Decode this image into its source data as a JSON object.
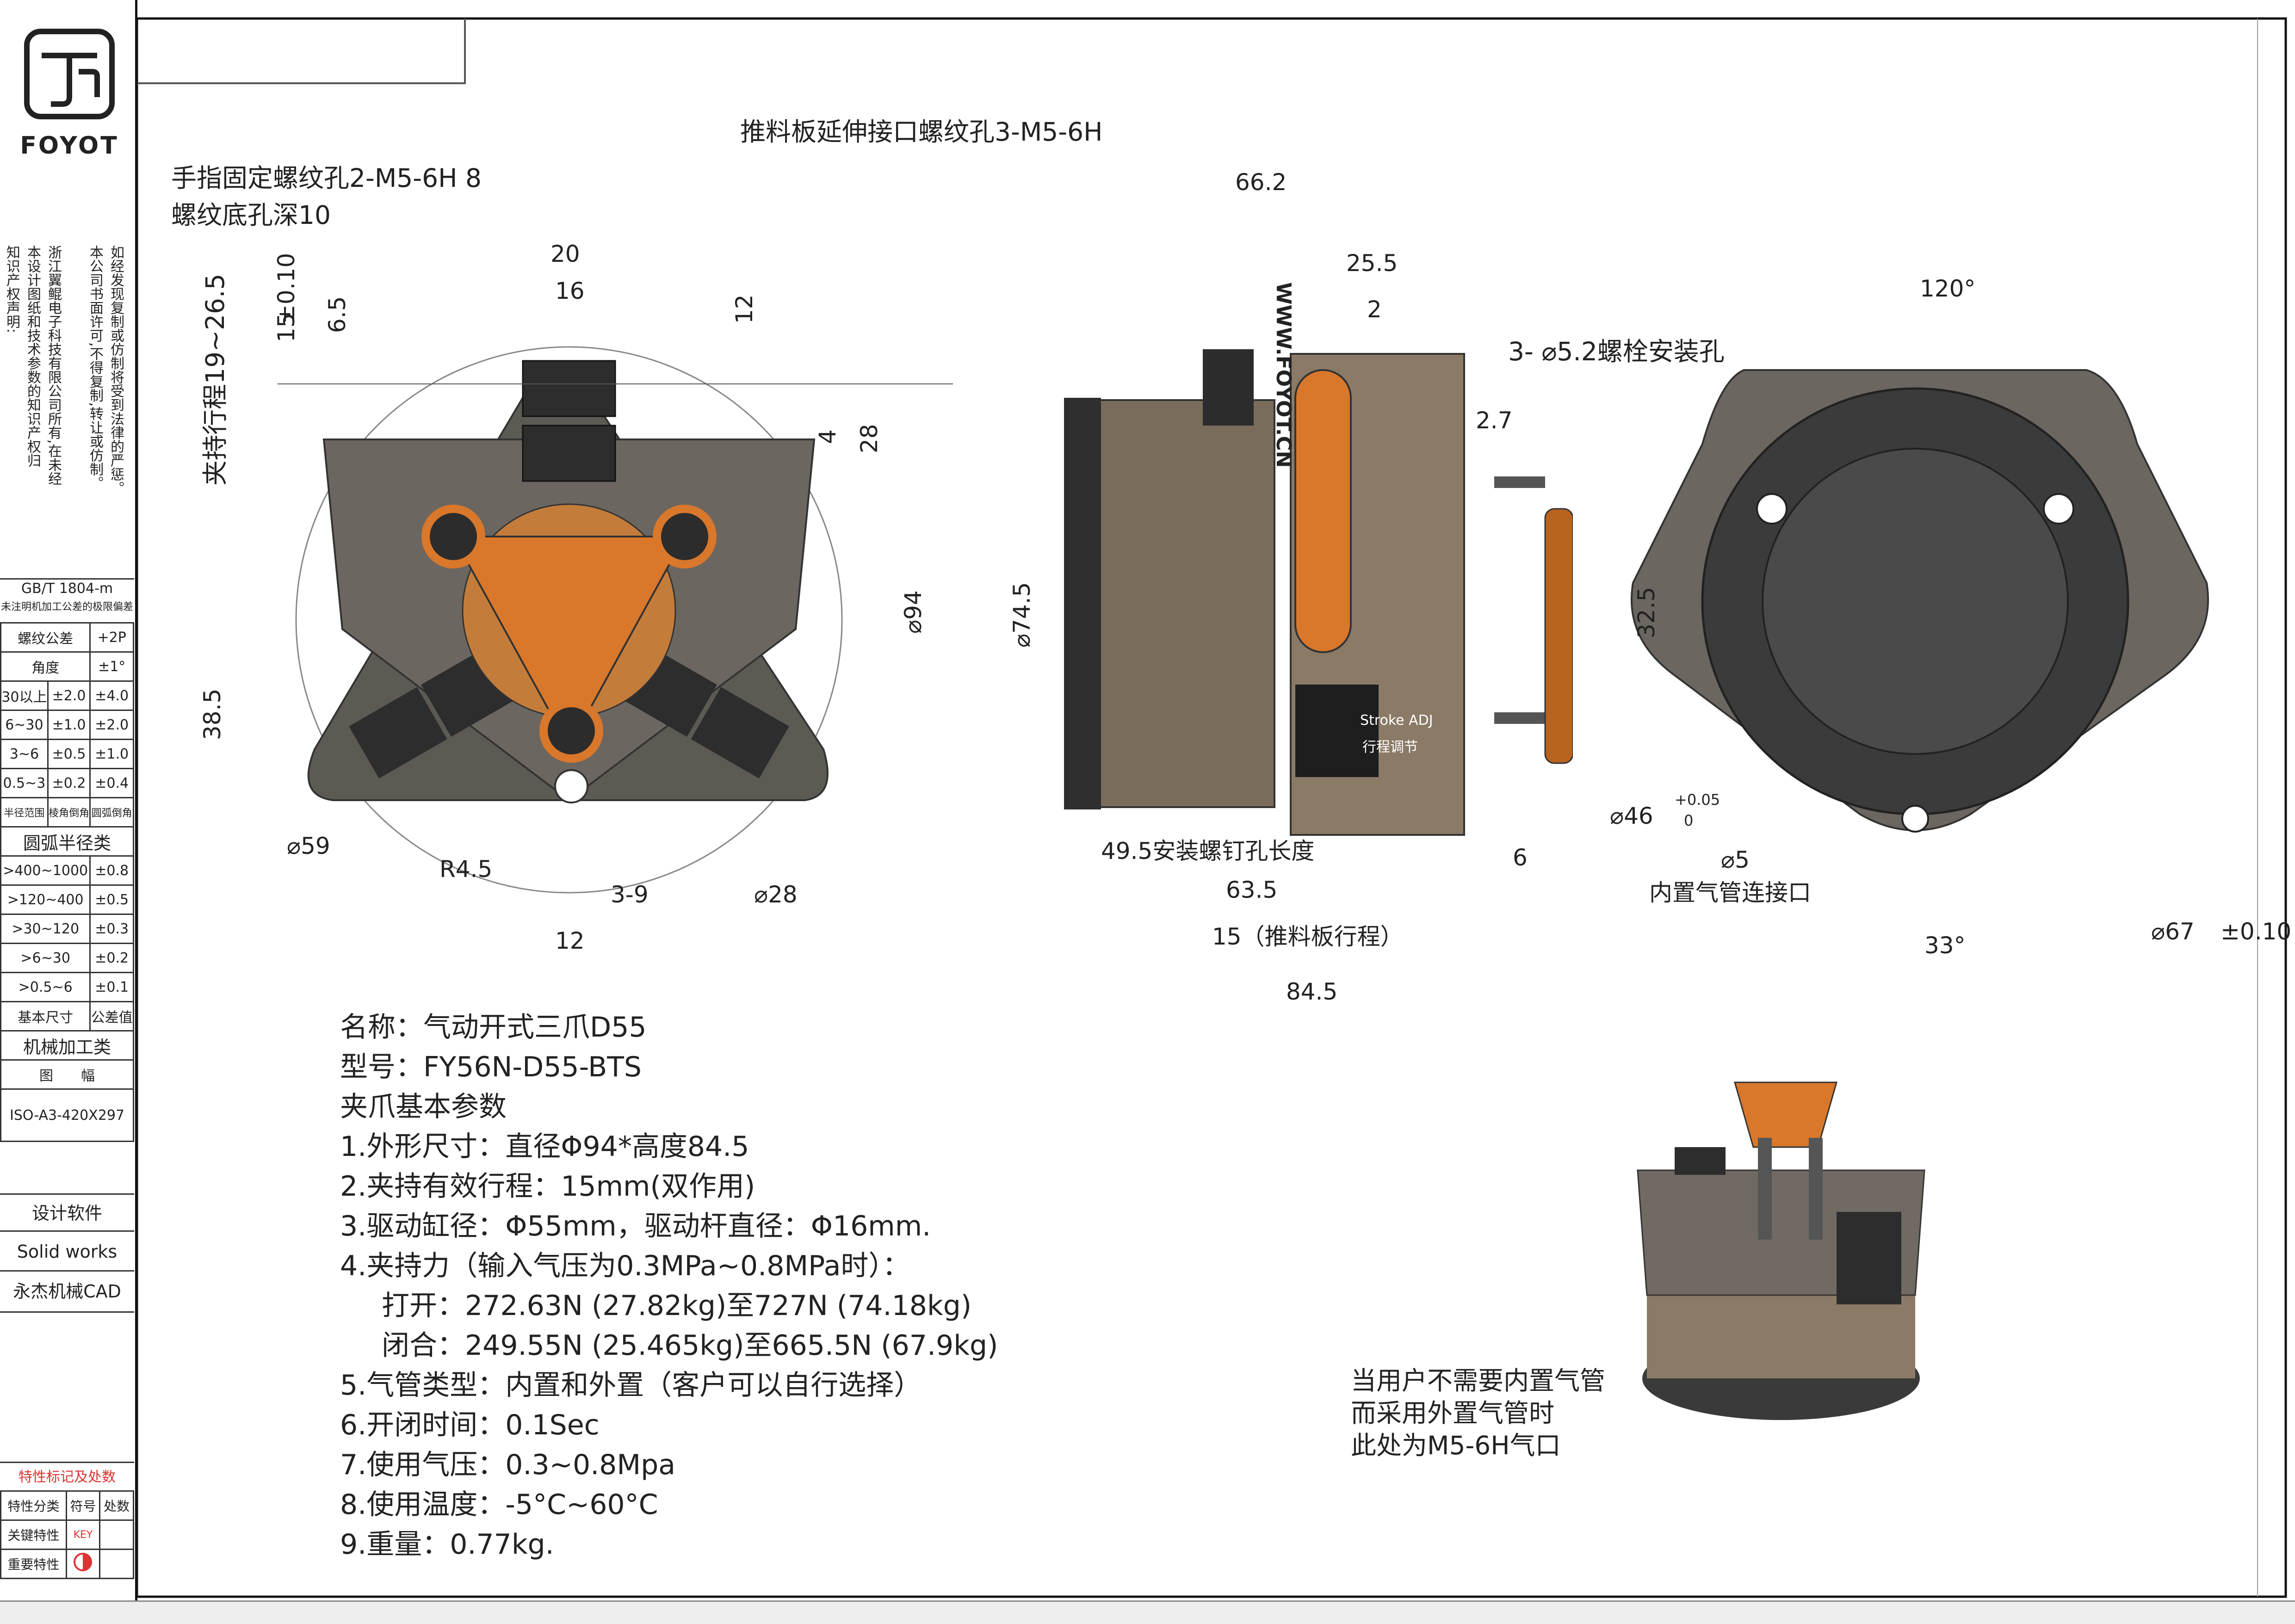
{
  "brand": {
    "name": "FOYOT"
  },
  "ip_notice": {
    "lines": [
      "知识产权声明:",
      "本设计图纸和技术参数的知识产权归",
      "浙江翼鲲电子科技有限公司所有,在未经",
      "本公司书面许可,不得复制,转让或仿制。",
      "如经发现复制或仿制将受到法律的严惩。"
    ]
  },
  "tolerance_table": {
    "title": "GB/T 1804-m",
    "subtitle": "未注明机加工公差的极限偏差",
    "thread_label": "螺纹公差",
    "thread_value": "+2P",
    "angle_label": "角度",
    "angle_value": "±1°",
    "rows": [
      [
        "30以上",
        "±2.0",
        "±4.0"
      ],
      [
        "6~30",
        "±1.0",
        "±2.0"
      ],
      [
        "3~6",
        "±0.5",
        "±1.0"
      ],
      [
        "0.5~3",
        "±0.2",
        "±0.4"
      ]
    ],
    "header_row": [
      "半径范围",
      "棱角倒角",
      "圆弧倒角"
    ],
    "radius_title": "圆弧半径类",
    "radius_rows": [
      [
        ">400~1000",
        "±0.8"
      ],
      [
        ">120~400",
        "±0.5"
      ],
      [
        ">30~120",
        "±0.3"
      ],
      [
        ">6~30",
        "±0.2"
      ],
      [
        ">0.5~6",
        "±0.1"
      ]
    ],
    "basic_size_label": "基本尺寸",
    "tolerance_label": "公差值",
    "machining_label": "机械加工类",
    "sheet_label": "图　　幅",
    "sheet_value": "ISO-A3-420X297",
    "software_label": "设计软件",
    "software_1": "Solid works",
    "software_2": "永杰机械CAD",
    "marks_title": "特性标记及处数",
    "marks_header": [
      "特性分类",
      "符号",
      "处数"
    ],
    "key_row_label": "关键特性",
    "key_symbol": "KEY",
    "important_row_label": "重要特性"
  },
  "annotations": {
    "push_plate_thread": "推料板延伸接口螺纹孔3-M5-6H",
    "finger_thread": "手指固定螺纹孔2-M5-6H 8",
    "thread_depth": "螺纹底孔深10",
    "clamp_stroke": "夹持行程19~26.5",
    "bolt_holes": "3-  ⌀5.2螺栓安装孔",
    "screw_length": "49.5安装螺钉孔长度",
    "push_stroke": "15（推料板行程）",
    "air_port": "⌀5",
    "air_port_label": "内置气管连接口",
    "external_air_note": [
      "当用户不需要内置气管",
      "而采用外置气管时",
      "此处为M5-6H气口"
    ]
  },
  "dimensions": {
    "front": {
      "d20": "20",
      "d16": "16",
      "d15": "15",
      "d15_tol": "±0.10",
      "d6_5": "6.5",
      "d12_top": "12",
      "d4": "4",
      "d28": "28",
      "d94": "⌀94",
      "d38_5": "38.5",
      "d59": "⌀59",
      "r4_5": "R4.5",
      "d3_9": "3-9",
      "d28_dia": "⌀28",
      "d12_bot": "12"
    },
    "side": {
      "d66_2": "66.2",
      "d25_5": "25.5",
      "d2": "2",
      "d2_7": "2.7",
      "d74_5": "⌀74.5",
      "d63_5": "63.5",
      "d6": "6",
      "d84_5": "84.5"
    },
    "rear": {
      "a120": "120°",
      "d32_5": "32.5",
      "d46": "⌀46",
      "d46_tol_upper": "+0.05",
      "d46_tol_lower": "0",
      "a33": "33°",
      "d67": "⌀67",
      "d67_tol": "±0.10"
    }
  },
  "product_text": {
    "website": "WWW.FOYOT.CN",
    "stroke_adj": "Stroke ADJ",
    "stroke_adj_cn": "行程调节",
    "logo_text": "FOYOT"
  },
  "specs": {
    "name": "名称：气动开式三爪D55",
    "model": "型号：FY56N-D55-BTS",
    "heading": "夹爪基本参数",
    "items": [
      "1.外形尺寸：直径Φ94*高度84.5",
      "2.夹持有效行程：15mm(双作用)",
      "3.驱动缸径：Φ55mm，驱动杆直径：Φ16mm.",
      "4.夹持力（输入气压为0.3MPa~0.8MPa时）：",
      "打开：272.63N (27.82kg)至727N (74.18kg)",
      "闭合：249.55N (25.465kg)至665.5N (67.9kg)",
      "5.气管类型：内置和外置（客户可以自行选择）",
      "6.开闭时间：0.1Sec",
      "7.使用气压：0.3~0.8Mpa",
      "8.使用温度：-5°C~60°C",
      "9.重量：0.77kg."
    ]
  },
  "colors": {
    "orange": "#d9772a",
    "body_gray": "#6b6660",
    "dark": "#2c2c2c",
    "bronze": "#8a7a66",
    "line": "#444444"
  }
}
